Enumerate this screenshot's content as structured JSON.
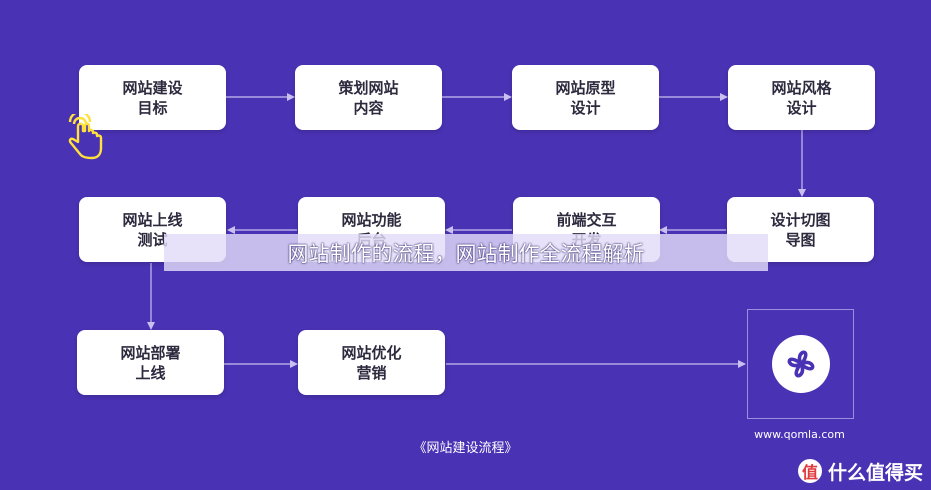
{
  "diagram": {
    "nodes": [
      {
        "id": "n1",
        "line1": "网站建设",
        "line2": "目标"
      },
      {
        "id": "n2",
        "line1": "策划网站",
        "line2": "内容"
      },
      {
        "id": "n3",
        "line1": "网站原型",
        "line2": "设计"
      },
      {
        "id": "n4",
        "line1": "网站风格",
        "line2": "设计"
      },
      {
        "id": "n5",
        "line1": "设计切图",
        "line2": "导图"
      },
      {
        "id": "n6",
        "line1": "前端交互",
        "line2": "开发"
      },
      {
        "id": "n7",
        "line1": "网站功能",
        "line2": "后台"
      },
      {
        "id": "n8",
        "line1": "网站上线",
        "line2": "测试"
      },
      {
        "id": "n9",
        "line1": "网站部署",
        "line2": "上线"
      },
      {
        "id": "n10",
        "line1": "网站优化",
        "line2": "营销"
      }
    ],
    "edges": [
      [
        "n1",
        "n2"
      ],
      [
        "n2",
        "n3"
      ],
      [
        "n3",
        "n4"
      ],
      [
        "n4",
        "n5"
      ],
      [
        "n5",
        "n6"
      ],
      [
        "n6",
        "n7"
      ],
      [
        "n7",
        "n8"
      ],
      [
        "n8",
        "n9"
      ],
      [
        "n9",
        "n10"
      ],
      [
        "n10",
        "logo"
      ]
    ],
    "caption": "《网站建设流程》"
  },
  "overlay": {
    "title": "网站制作的流程，网站制作全流程解析"
  },
  "brand": {
    "url": "www.qomla.com",
    "watermark_icon": "值",
    "watermark_text": "什么值得买"
  },
  "icons": {
    "pointer": "pointing-hand-icon",
    "logo": "knot-logo-icon"
  },
  "colors": {
    "background": "#4a32b4",
    "node": "#ffffff",
    "arrow": "#c9c0f0",
    "hand": "#ffe13a",
    "logo": "#4a32b4",
    "watermark_accent": "#e0393e"
  }
}
